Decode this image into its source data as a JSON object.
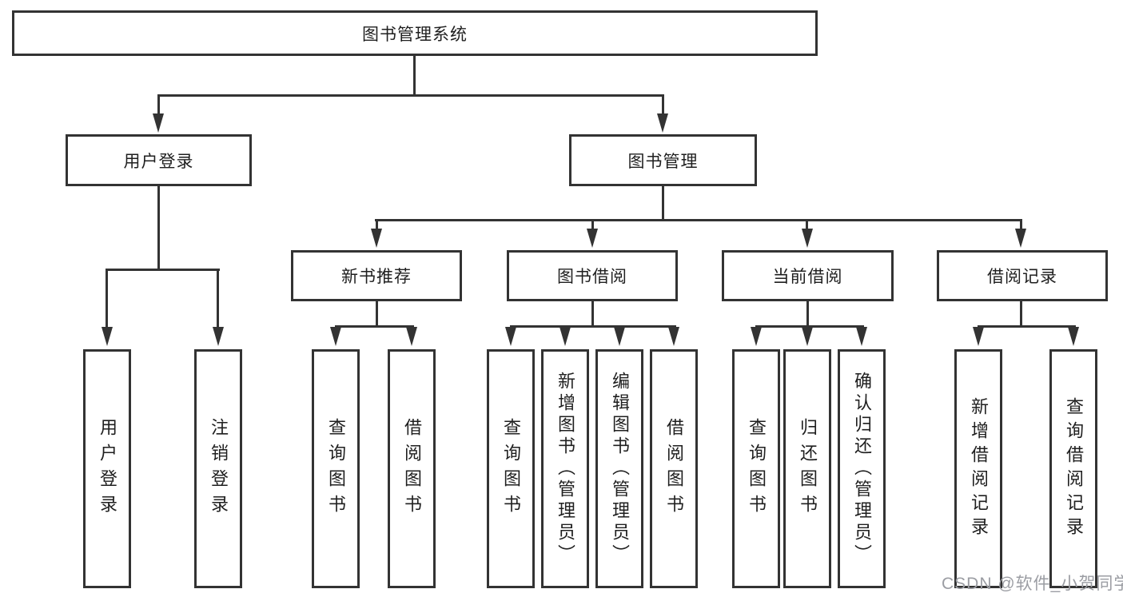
{
  "diagram": {
    "root": {
      "label": "图书管理系统"
    },
    "level2": {
      "user_login": {
        "label": "用户登录"
      },
      "book_management": {
        "label": "图书管理"
      }
    },
    "level3": {
      "new_book_recommend": {
        "label": "新书推荐"
      },
      "book_borrow": {
        "label": "图书借阅"
      },
      "current_borrow": {
        "label": "当前借阅"
      },
      "borrow_records": {
        "label": "借阅记录"
      }
    },
    "leaves": {
      "user_login": "用户登录",
      "logout": "注销登录",
      "recommend_query_books": "查询图书",
      "recommend_borrow_books": "借阅图书",
      "borrow_query_books": "查询图书",
      "borrow_add_books_admin": "新增图书（管理员）",
      "borrow_edit_books_admin": "编辑图书（管理员）",
      "borrow_borrow_books": "借阅图书",
      "current_query_books": "查询图书",
      "current_return_books": "归还图书",
      "current_confirm_return_admin": "确认归还（管理员）",
      "records_add_record": "新增借阅记录",
      "records_query_record": "查询借阅记录"
    }
  },
  "watermark": {
    "text": "CSDN @软件_小贺同学",
    "color": "#9b9da3"
  },
  "colors": {
    "line": "#333333",
    "box_border": "#333333",
    "text": "#1f1f1f",
    "background": "#ffffff"
  }
}
